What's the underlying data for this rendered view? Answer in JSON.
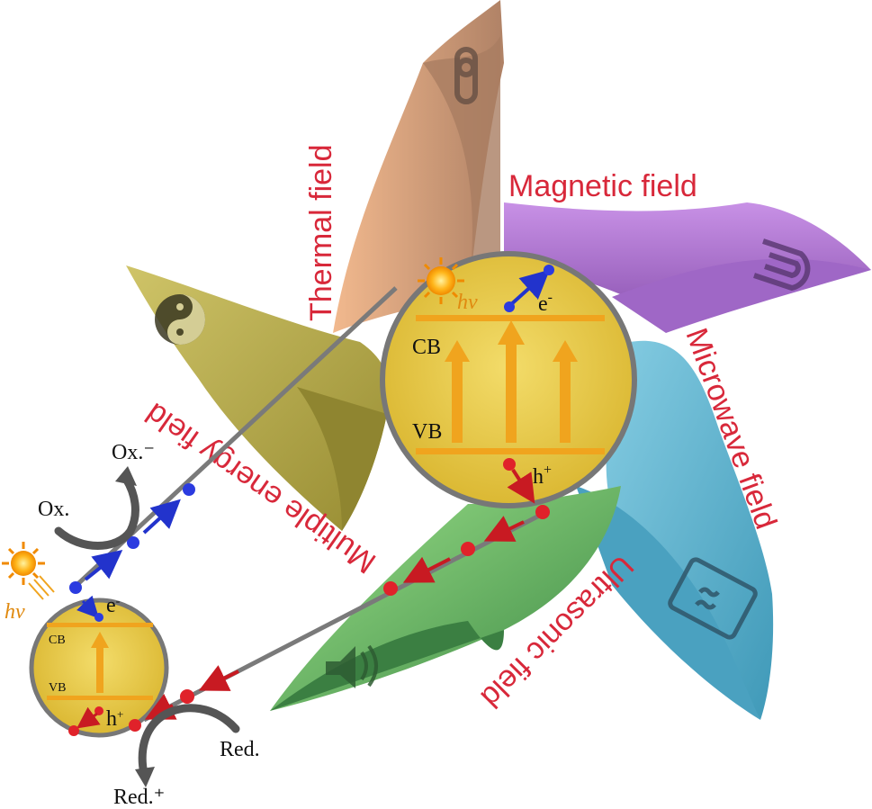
{
  "fields": {
    "thermal": "Thermal field",
    "magnetic": "Magnetic field",
    "microwave": "Microwave field",
    "ultrasonic": "Ultrasonic field",
    "multiple": "Multiple energy field"
  },
  "big": {
    "cb": "CB",
    "vb": "VB",
    "electron": "e",
    "electron_sup": "-",
    "hole": "h",
    "hole_sup": "+",
    "hv": "hν"
  },
  "small": {
    "cb": "CB",
    "vb": "VB",
    "electron": "e",
    "electron_sup": "-",
    "hole": "h",
    "hole_sup": "+",
    "hv": "hν"
  },
  "reactions": {
    "ox": "Ox.",
    "ox_minus": "Ox.⁻",
    "red": "Red.",
    "red_plus": "Red.⁺"
  },
  "colors": {
    "thermal_petal": "#c99a76",
    "magnetic_petal": "#b67fd6",
    "microwave_petal": "#5fb5d0",
    "ultrasonic_petal": "#54a85a",
    "multiple_petal": "#b7ac4c",
    "label_red": "#d8283a",
    "electron_blue": "#2233cc",
    "hole_red": "#d81e26",
    "band_orange": "#f0a41e",
    "circle_fill": "#e7c640"
  },
  "icons": [
    "thermometer-icon",
    "magnet-icon",
    "microwave-icon",
    "speaker-icon",
    "yin-yang-icon",
    "sun-icon"
  ]
}
